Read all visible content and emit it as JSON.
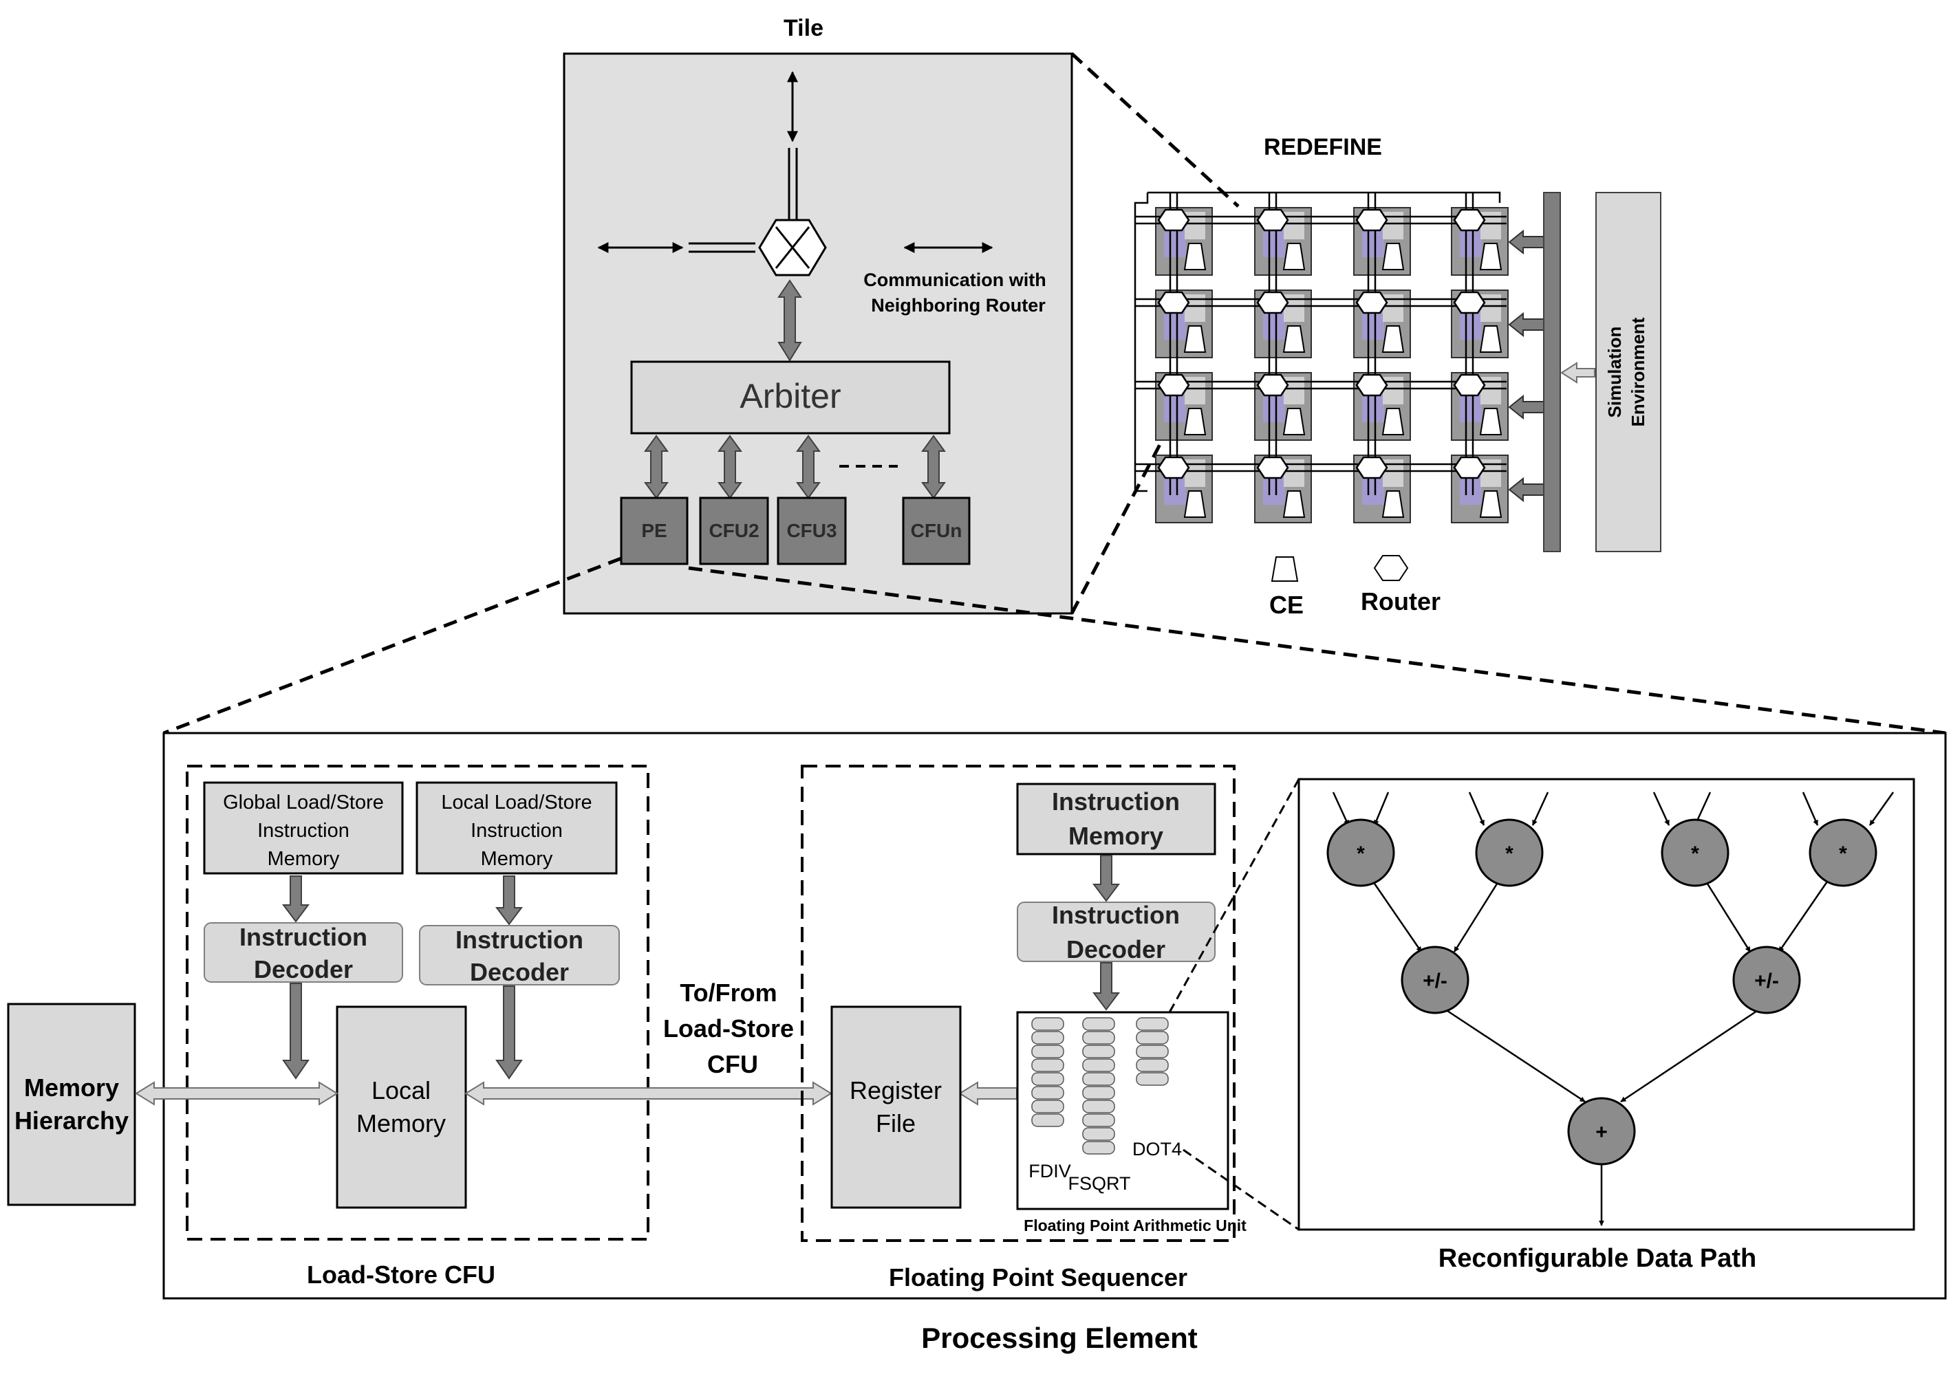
{
  "tile": {
    "title": "Tile",
    "arbiter": "Arbiter",
    "comm_line1": "Communication with",
    "comm_line2": "Neighboring Router",
    "units": [
      "PE",
      "CFU2",
      "CFU3",
      "CFUn"
    ]
  },
  "redefine": {
    "title": "REDEFINE",
    "sim_line1": "Simulation",
    "sim_line2": "Environment",
    "legend_ce": "CE",
    "legend_router": "Router",
    "grid_rows": 4,
    "grid_cols": 4
  },
  "load_store": {
    "title": "Load-Store CFU",
    "global_mem": [
      "Global Load/Store",
      "Instruction",
      "Memory"
    ],
    "local_mem": [
      "Local Load/Store",
      "Instruction",
      "Memory"
    ],
    "decoder": [
      "Instruction",
      "Decoder"
    ],
    "local_memory": [
      "Local",
      "Memory"
    ]
  },
  "memory_hierarchy": [
    "Memory",
    "Hierarchy"
  ],
  "to_from": [
    "To/From",
    "Load-Store",
    "CFU"
  ],
  "fps": {
    "title": "Floating Point Sequencer",
    "instr_memory": [
      "Instruction",
      "Memory"
    ],
    "instr_decoder": [
      "Instruction",
      "Decoder"
    ],
    "register_file": [
      "Register",
      "File"
    ],
    "fau_title": "Floating Point Arithmetic Unit",
    "fdiv": "FDIV",
    "fsqrt": "FSQRT",
    "dot4": "DOT4"
  },
  "datapath": {
    "title": "Reconfigurable Data Path",
    "mul": "*",
    "addsub": "+/-",
    "add": "+"
  },
  "pe_title": "Processing Element",
  "colors": {
    "panel_gray": "#e0e0e0",
    "box_gray": "#d9d9d9",
    "unit_dark": "#7f7f7f",
    "arrow_dark": "#808080",
    "node_gray": "#8c8c8c",
    "accent_purple": "#a59bd9"
  }
}
